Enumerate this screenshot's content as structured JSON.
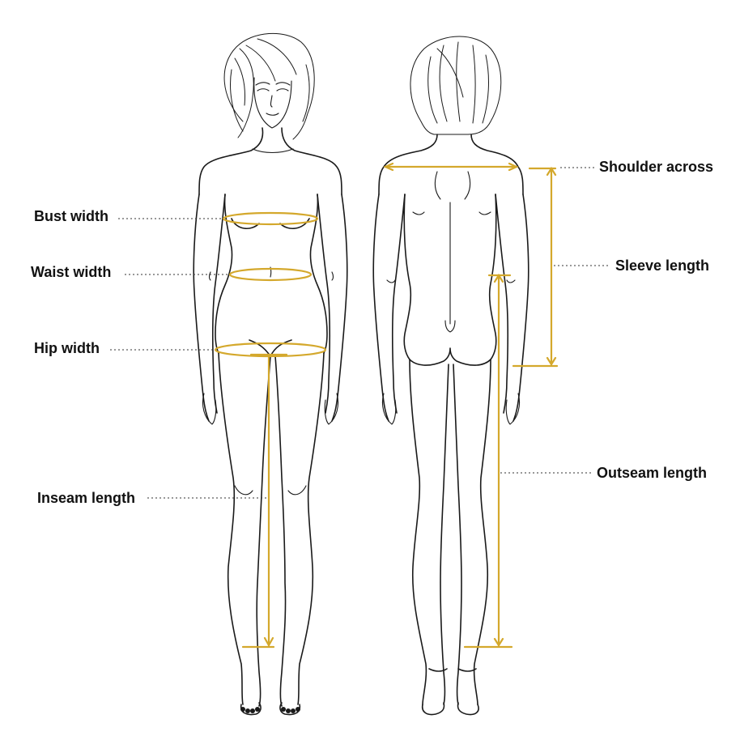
{
  "colors": {
    "measure_line": "#d4a82c",
    "figure_line": "#1a1a1a",
    "label_text": "#111111",
    "background": "#ffffff"
  },
  "labels": {
    "bust_width": "Bust width",
    "waist_width": "Waist width",
    "hip_width": "Hip width",
    "inseam_length": "Inseam length",
    "shoulder_across": "Shoulder across",
    "sleeve_length": "Sleeve length",
    "outseam_length": "Outseam length"
  }
}
